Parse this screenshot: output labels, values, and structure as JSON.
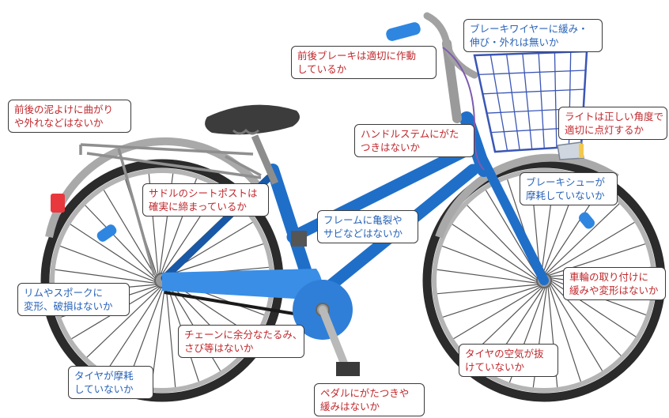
{
  "colors": {
    "frame": "#1f6fc9",
    "frame_dark": "#1858a6",
    "frame_light": "#2f86e0",
    "tire": "#2b2b2b",
    "rim": "#b4b4b4",
    "spoke": "#555555",
    "fender": "#a9a9a9",
    "seat": "#3c3c3c",
    "basket": "#3a56b5",
    "red_text": "#c0282d",
    "blue_text": "#2a64b8"
  },
  "labels": {
    "brake_wire": "ブレーキワイヤーに緩み・\n伸び・外れは無いか",
    "brakes": "前後ブレーキは適切に作動\nしているか",
    "fender": "前後の泥よけに曲がり\nや外れなどはないか",
    "light": "ライトは正しい角度で\n適切に点灯するか",
    "handle_stem": "ハンドルステムにがた\nつきはないか",
    "brake_shoe": "ブレーキシューが\n摩耗していないか",
    "seatpost": "サドルのシートポストは\n確実に締まっているか",
    "frame": "フレームに亀裂や\nサビなどはないか",
    "wheel_mount": "車輪の取り付けに\n緩みや変形はないか",
    "rim_spoke": "リムやスポークに\n変形、破損はないか",
    "chain": "チェーンに余分なたるみ、\nさび等はないか",
    "tire_air": "タイヤの空気が抜\nけていないか",
    "tire_wear": "タイヤが摩耗\nしていないか",
    "pedal": "ペダルにがたつきや\n緩みはないか"
  }
}
